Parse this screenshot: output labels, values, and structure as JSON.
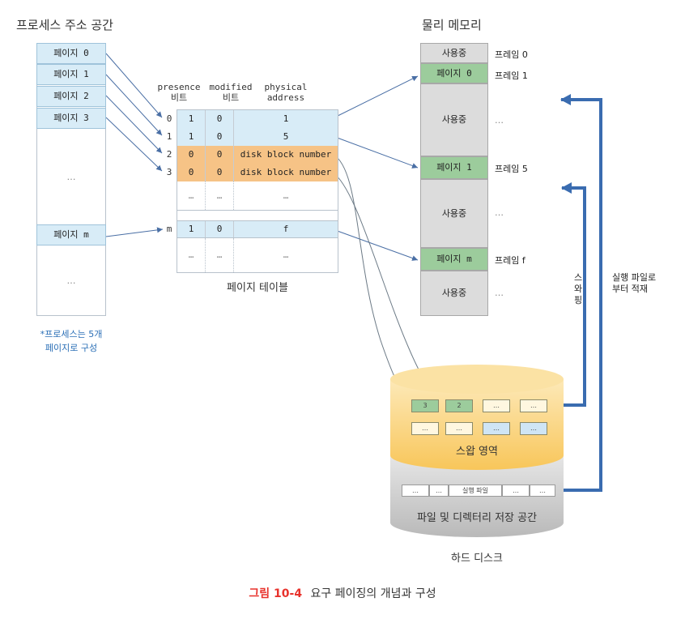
{
  "left": {
    "title": "프로세스 주소 공간",
    "pages": [
      "페이지 0",
      "페이지 1",
      "페이지 2",
      "페이지 3"
    ],
    "dots": "…",
    "page_m": "페이지 m",
    "note_line1": "*프로세스는 5개",
    "note_line2": "페이지로 구성"
  },
  "page_table": {
    "header_presence_1": "presence",
    "header_presence_2": "비트",
    "header_modified_1": "modified",
    "header_modified_2": "비트",
    "header_physical_1": "physical",
    "header_physical_2": "address",
    "rows": [
      {
        "index": "0",
        "presence": "1",
        "modified": "0",
        "address": "1"
      },
      {
        "index": "1",
        "presence": "1",
        "modified": "0",
        "address": "5"
      },
      {
        "index": "2",
        "presence": "0",
        "modified": "0",
        "address": "disk block number"
      },
      {
        "index": "3",
        "presence": "0",
        "modified": "0",
        "address": "disk block number"
      }
    ],
    "row_m": {
      "index": "m",
      "presence": "1",
      "modified": "0",
      "address": "f"
    },
    "dots": "…",
    "caption": "페이지 테이블"
  },
  "memory": {
    "title": "물리 메모리",
    "in_use": "사용중",
    "page0": "페이지 0",
    "page1": "페이지 1",
    "pagem": "페이지 m",
    "frame0": "프레임 0",
    "frame1": "프레임 1",
    "frame5": "프레임 5",
    "framef": "프레임 f",
    "dots": "…"
  },
  "arrows": {
    "swap_1": "스",
    "swap_2": "와",
    "swap_3": "핑",
    "load_1": "실행 파일로",
    "load_2": "부터 적재"
  },
  "disk": {
    "swap_slots_row1": [
      "3",
      "2",
      "…",
      "…"
    ],
    "swap_slots_row2": [
      "…",
      "…",
      "…",
      "…"
    ],
    "swap_area": "스왑 영역",
    "file_slots": [
      "…",
      "…",
      "실행 파일",
      "…",
      "…"
    ],
    "file_area": "파일 및 디렉터리 저장 공간",
    "label": "하드 디스크"
  },
  "caption": {
    "figure": "그림 10-4",
    "text": "요구 페이징의 개념과 구성"
  },
  "colors": {
    "page_blue": "#d8ecf7",
    "green": "#9ccc9c",
    "orange": "#f6c386",
    "gray": "#dcdcdc",
    "arrow_blue": "#3a6cb0",
    "caption_red": "#e8322c"
  }
}
